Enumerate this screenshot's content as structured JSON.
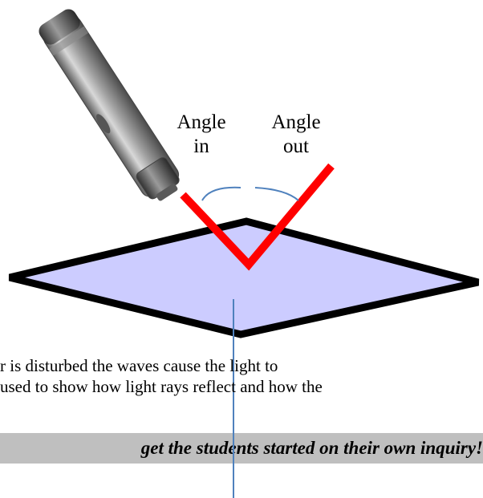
{
  "diagram": {
    "labels": {
      "angle_in_line1": "Angle",
      "angle_in_line2": "in",
      "angle_out_line1": "Angle",
      "angle_out_line2": "out"
    },
    "colors": {
      "beam": "#ff0000",
      "mirror_fill": "#ccccff",
      "mirror_border": "#000000",
      "normal_line": "#4f81bd",
      "arc": "#4f81bd",
      "banner": "#bfbfbf"
    },
    "icons": [
      "laser-pointer-icon"
    ]
  },
  "text": {
    "line1": "r is disturbed the waves cause the light to",
    "line2": "used to show how light rays reflect and how the",
    "banner": "get the students started on their own inquiry!"
  }
}
